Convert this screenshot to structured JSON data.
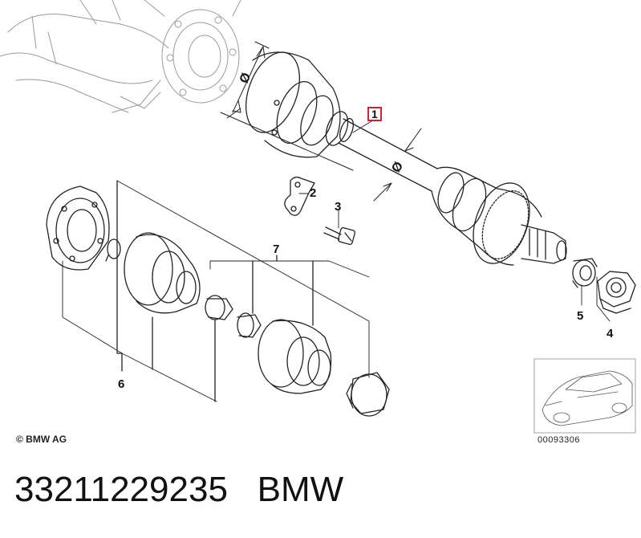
{
  "callouts": {
    "c1": "1",
    "c2": "2",
    "c3": "3",
    "c4": "4",
    "c5": "5",
    "c6": "6",
    "c7": "7"
  },
  "diameter_symbol": "Ø",
  "copyright": "© BMW AG",
  "image_number": "00093306",
  "caption": {
    "part_number": "33211229235",
    "brand": "BMW"
  },
  "colors": {
    "line": "#222222",
    "highlight": "#d61f26",
    "faint": "#9a9a9a"
  }
}
